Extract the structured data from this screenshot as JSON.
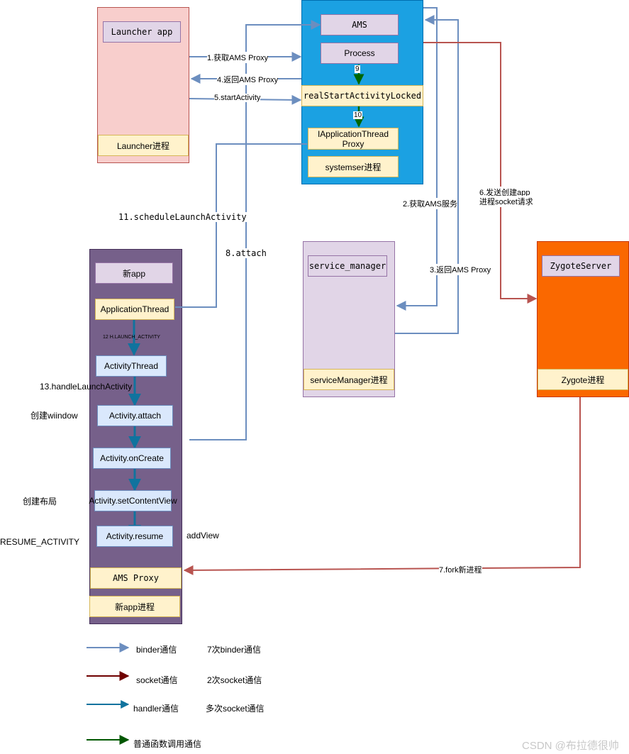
{
  "colors": {
    "binder": "#6c8ebf",
    "socket": "#b85450",
    "handler": "#10739e",
    "call": "#006600",
    "launcher_bg": "#f8cecc",
    "ams_bg": "#1ba1e2",
    "app_bg": "#76608a",
    "sm_bg": "#e1d5e7",
    "zygote_bg": "#fa6800",
    "yellow": "#fff2cc",
    "lavender": "#e1d5e7",
    "blue_light": "#dae8fc"
  },
  "launcher": {
    "app": "Launcher app",
    "process": "Launcher进程"
  },
  "ams": {
    "ams": "AMS",
    "process": "Process",
    "realstart": "realStartActivityLocked",
    "iat_proxy_line1": "IApplicationThread",
    "iat_proxy_line2": "Proxy",
    "systemserver": "systemser进程"
  },
  "service_manager": {
    "box": "service_manager",
    "process": "serviceManager进程"
  },
  "zygote": {
    "server": "ZygoteServer",
    "process": "Zygote进程"
  },
  "new_app": {
    "title": "新app",
    "application_thread": "ApplicationThread",
    "activity_thread": "ActivityThread",
    "activity_attach": "Activity.attach",
    "activity_oncreate": "Activity.onCreate",
    "activity_setcontentview": "Activity.setContentView",
    "activity_resume": "Activity.resume",
    "ams_proxy": "AMS Proxy",
    "process": "新app进程"
  },
  "edge_labels": {
    "e1": "1.获取AMS Proxy",
    "e4": "4.返回AMS Proxy",
    "e5": "5.startActivity",
    "e9": "9",
    "e10": "10",
    "e2": "2.获取AMS服务",
    "e3": "3.返回AMS Proxy",
    "e6_line1": "6.发送创建app",
    "e6_line2": "进程socket请求",
    "e7": "7.fork新进程",
    "e8": "8.attach",
    "e11": "11.scheduleLaunchActivity",
    "e12": "12 H.LAUNCH_ACTIVITY",
    "e13": "13.handleLaunchActivity"
  },
  "side_notes": {
    "create_window": "创建wiindow",
    "create_layout": "创建布局",
    "resume_activity": "RESUME_ACTIVITY",
    "add_view": "addView"
  },
  "legend": [
    {
      "label": "binder通信",
      "note": "7次binder通信",
      "color": "#6c8ebf"
    },
    {
      "label": "socket通信",
      "note": "2次socket通信",
      "color": "#6f0000"
    },
    {
      "label": "handler通信",
      "note": "多次socket通信",
      "color": "#10739e"
    },
    {
      "label": "普通函数调用通信",
      "note": "",
      "color": "#005700"
    }
  ],
  "watermark": "CSDN @布拉德很帅"
}
